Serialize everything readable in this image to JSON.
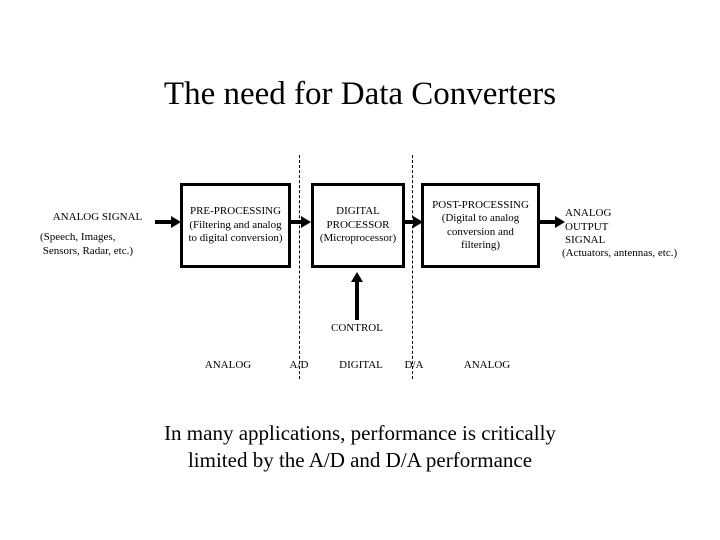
{
  "slide": {
    "title": "The need for Data Converters",
    "caption": "In many applications, performance is critically\nlimited by the A/D and D/A performance",
    "background_color": "#ffffff",
    "ink_color": "#000000"
  },
  "input": {
    "label": "ANALOG SIGNAL",
    "detail": "(Speech, Images,\n Sensors, Radar, etc.)"
  },
  "output": {
    "label": "ANALOG\nOUTPUT\nSIGNAL",
    "detail": "(Actuators, antennas, etc.)"
  },
  "blocks": [
    {
      "id": "pre-processing",
      "title": "PRE-PROCESSING",
      "subtitle": "(Filtering and analog\nto digital conversion)",
      "text": "PRE-PROCESSING\n(Filtering and analog\nto digital conversion)"
    },
    {
      "id": "digital-processor",
      "title": "DIGITAL PROCESSOR",
      "subtitle": "(Microprocessor)",
      "text": "DIGITAL\nPROCESSOR\n(Microprocessor)"
    },
    {
      "id": "post-processing",
      "title": "POST-PROCESSING",
      "subtitle": "(Digital to analog\nconversion and\nfiltering)",
      "text": "POST-PROCESSING\n(Digital to analog\nconversion and\nfiltering)"
    }
  ],
  "control": {
    "label": "CONTROL"
  },
  "domain_labels": {
    "analog_left": "ANALOG",
    "ad": "A/D",
    "digital": "DIGITAL",
    "da": "D/A",
    "analog_right": "ANALOG"
  }
}
